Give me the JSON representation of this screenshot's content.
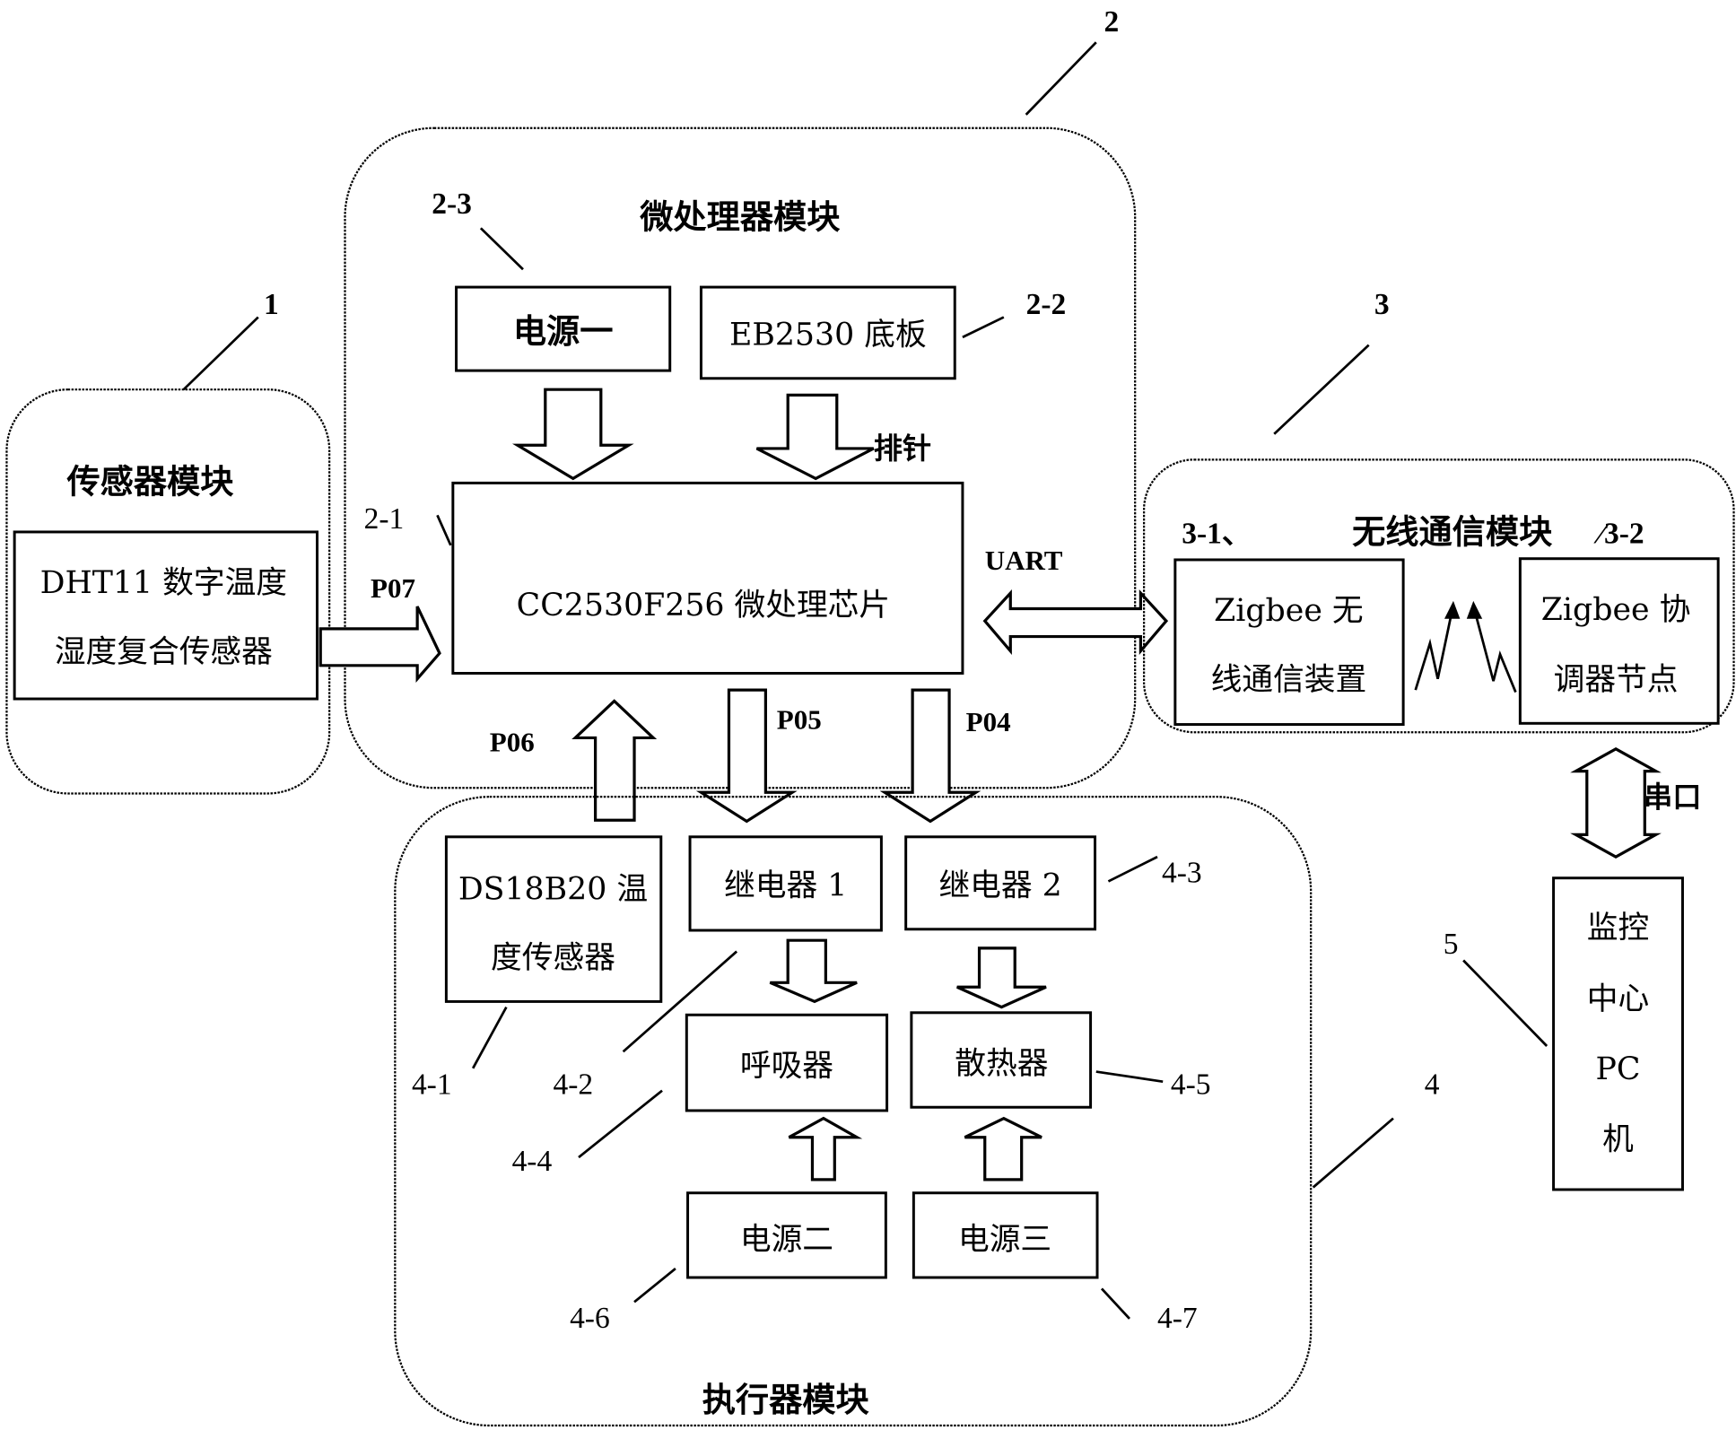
{
  "modules": {
    "sensor": {
      "ref": "1",
      "title": "传感器模块",
      "dht11_line1": "DHT11 数字温度",
      "dht11_line2": "湿度复合传感器"
    },
    "micro": {
      "ref": "2",
      "title": "微处理器模块",
      "power1": {
        "ref": "2-3",
        "label": "电源一"
      },
      "board": {
        "ref": "2-2",
        "label": "EB2530 底板",
        "connector": "排针"
      },
      "chip": {
        "ref": "2-1",
        "label": "CC2530F256 微处理芯片"
      }
    },
    "wireless": {
      "ref": "3",
      "title": "无线通信模块",
      "device1": {
        "ref": "3-1、",
        "line1": "Zigbee 无",
        "line2": "线通信装置"
      },
      "device2": {
        "ref": "⁄3-2",
        "line1": "Zigbee 协",
        "line2": "调器节点"
      }
    },
    "actuator": {
      "ref": "4",
      "title": "执行器模块",
      "ds18b20": {
        "ref": "4-1",
        "line1": "DS18B20 温",
        "line2": "度传感器"
      },
      "relay1": {
        "ref": "4-2",
        "label": "继电器 1"
      },
      "relay2": {
        "ref": "4-3",
        "label": "继电器 2"
      },
      "breather": {
        "ref": "4-4",
        "label": "呼吸器"
      },
      "radiator": {
        "ref": "4-5",
        "label": "散热器"
      },
      "power2": {
        "ref": "4-6",
        "label": "电源二"
      },
      "power3": {
        "ref": "4-7",
        "label": "电源三"
      }
    },
    "monitor": {
      "ref": "5",
      "line1": "监控",
      "line2": "中心",
      "line3": "PC",
      "line4": "机"
    }
  },
  "ports": {
    "p07": "P07",
    "p06": "P06",
    "p05": "P05",
    "p04": "P04",
    "uart": "UART",
    "serial": "串口"
  }
}
